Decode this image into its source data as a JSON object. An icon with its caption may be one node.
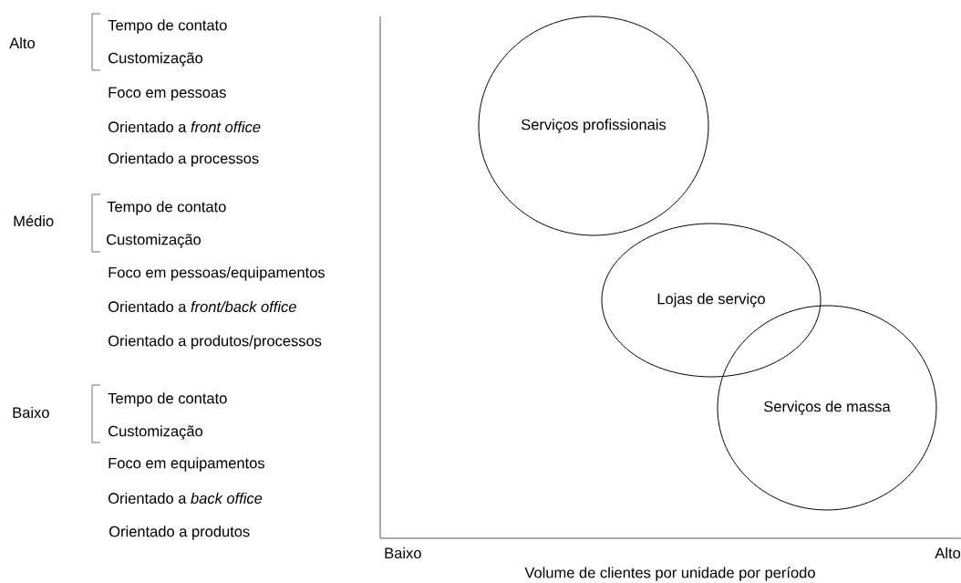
{
  "diagram": {
    "nodes": [
      {
        "text": [
          "Serviços profissionais"
        ]
      },
      {
        "text": [
          "Lojas de serviço"
        ]
      },
      {
        "text": [
          "Serviços de massa"
        ]
      }
    ],
    "edges": [],
    "labels": [
      "Alto",
      "Tempo de contato",
      "Customização",
      "Foco em pessoas",
      "Orientado a *front office*",
      "Orientado a processos",
      "Médio",
      "Tempo de contato",
      "Customização",
      "Foco em pessoas/equipamentos",
      "Orientado a *front/back office*",
      "Orientado a produtos/processos",
      "Baixo",
      "Tempo de contato",
      "Customização",
      "Foco em equipamentos",
      "Orientado a *back office*",
      "Orientado a produtos",
      "Baixo",
      "Alto",
      "Volume de clientes por unidade por período"
    ]
  }
}
